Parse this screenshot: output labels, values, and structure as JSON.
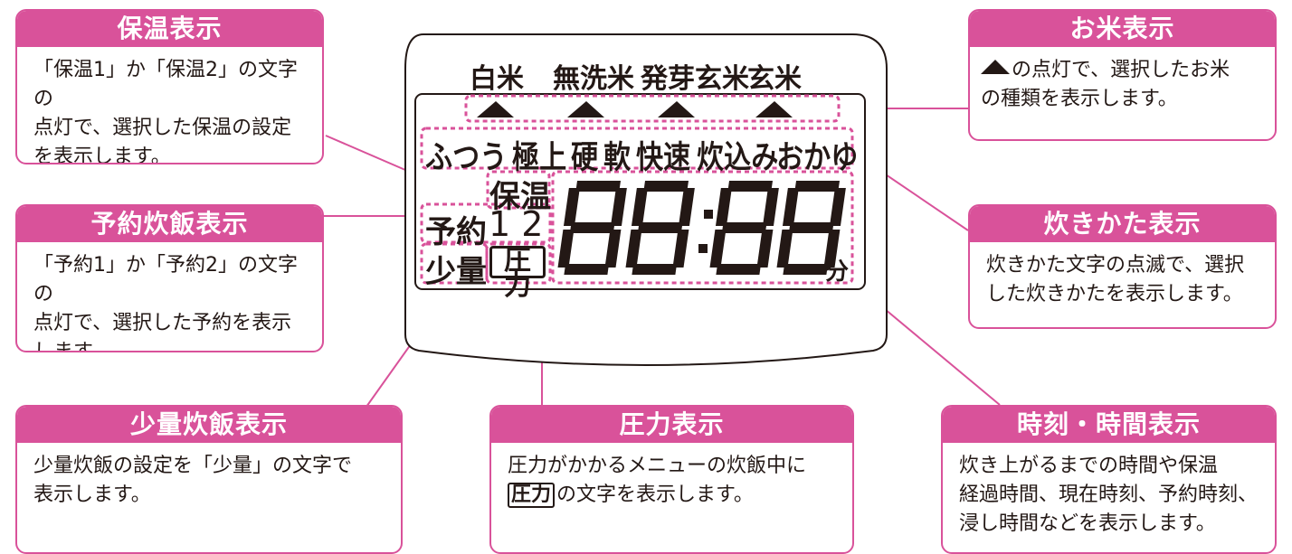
{
  "callouts": {
    "keep_warm": {
      "title": "保温表示",
      "lines": [
        "「保温1」か「保温2」の文字の",
        "点灯で、選択した保温の設定",
        "を表示します。"
      ]
    },
    "reservation": {
      "title": "予約炊飯表示",
      "lines": [
        "「予約1」か「予約2」の文字の",
        "点灯で、選択した予約を表示",
        "します。"
      ]
    },
    "small_amount": {
      "title": "少量炊飯表示",
      "lines": [
        "少量炊飯の設定を「少量」の文字で",
        "表示します。"
      ]
    },
    "pressure": {
      "title": "圧力表示",
      "line1": "圧力がかかるメニューの炊飯中に",
      "line2_box": "圧力",
      "line2_rest": "の文字を表示します。"
    },
    "rice_type": {
      "title": "お米表示",
      "line1_rest": "の点灯で、選択したお米",
      "line2": "の種類を表示します。",
      "icon": "triangle-icon"
    },
    "cooking_mode": {
      "title": "炊きかた表示",
      "lines": [
        "炊きかた文字の点滅で、選択",
        "した炊きかたを表示します。"
      ]
    },
    "time": {
      "title": "時刻・時間表示",
      "lines": [
        "炊き上がるまでの時間や保温",
        "経過時間、現在時刻、予約時刻、",
        "浸し時間などを表示します。"
      ]
    }
  },
  "display": {
    "rice_types": [
      "白米",
      "無洗米",
      "発芽玄米",
      "玄米"
    ],
    "modes": [
      "ふつう",
      "極上",
      "硬",
      "軟",
      "快速",
      "炊込み",
      "おかゆ"
    ],
    "keep_warm_label": "保温",
    "reservation_label": "予約",
    "numbers_label": "1 2",
    "small_label": "少量",
    "pressure_label": "圧力",
    "minute_label": "分",
    "segment_digits": "88:88"
  },
  "colors": {
    "accent": "#d9529a",
    "ink": "#231815"
  }
}
